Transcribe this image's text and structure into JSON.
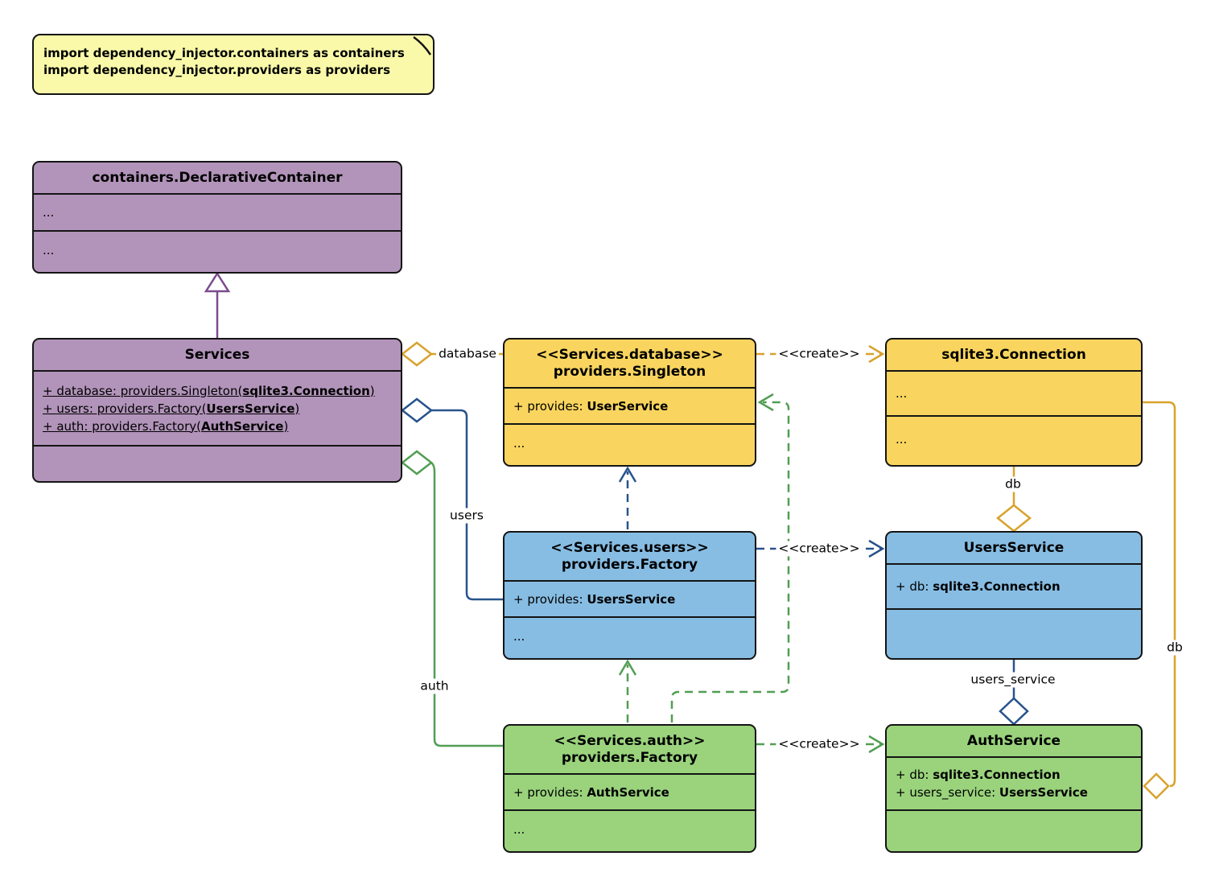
{
  "note": {
    "lines": [
      "import dependency_injector.containers as containers",
      "import dependency_injector.providers as providers"
    ]
  },
  "classes": {
    "declarative_container": {
      "title": "containers.DeclarativeContainer",
      "row1": "...",
      "row2": "..."
    },
    "services": {
      "title": "Services",
      "attributes": [
        {
          "prefix": "+ database: providers.Singleton(",
          "bold": "sqlite3.Connection",
          "suffix": ")"
        },
        {
          "prefix": "+ users: providers.Factory(",
          "bold": "UsersService",
          "suffix": ")"
        },
        {
          "prefix": "+ auth: providers.Factory(",
          "bold": "AuthService",
          "suffix": ")"
        }
      ]
    },
    "singleton_database": {
      "stereotype": "<<Services.database>>",
      "title": "providers.Singleton",
      "provides_prefix": "+ provides: ",
      "provides_bold": "UserService",
      "more": "..."
    },
    "sqlite_connection": {
      "title": "sqlite3.Connection",
      "row1": "...",
      "row2": "..."
    },
    "factory_users": {
      "stereotype": "<<Services.users>>",
      "title": "providers.Factory",
      "provides_prefix": "+ provides: ",
      "provides_bold": "UsersService",
      "more": "..."
    },
    "users_service": {
      "title": "UsersService",
      "attr_prefix": "+ db: ",
      "attr_bold": "sqlite3.Connection"
    },
    "factory_auth": {
      "stereotype": "<<Services.auth>>",
      "title": "providers.Factory",
      "provides_prefix": "+ provides: ",
      "provides_bold": "AuthService",
      "more": "..."
    },
    "auth_service": {
      "title": "AuthService",
      "attr1_prefix": "+ db: ",
      "attr1_bold": "sqlite3.Connection",
      "attr2_prefix": "+ users_service: ",
      "attr2_bold": "UsersService"
    }
  },
  "edge_labels": {
    "database": "database",
    "users": "users",
    "auth": "auth",
    "create": "<<create>>",
    "db_mid": "db",
    "db_right": "db",
    "users_service": "users_service"
  },
  "colors": {
    "purple_fill": "#B294BA",
    "yellow_fill": "#F9D55F",
    "blue_fill": "#87BDE3",
    "green_fill": "#9AD37C",
    "note_fill": "#F9F9A9",
    "purple_line": "#7B4B8E",
    "orange_line": "#D8A22D",
    "blue_line": "#28538C",
    "green_line": "#519E52",
    "border": "#141414"
  }
}
